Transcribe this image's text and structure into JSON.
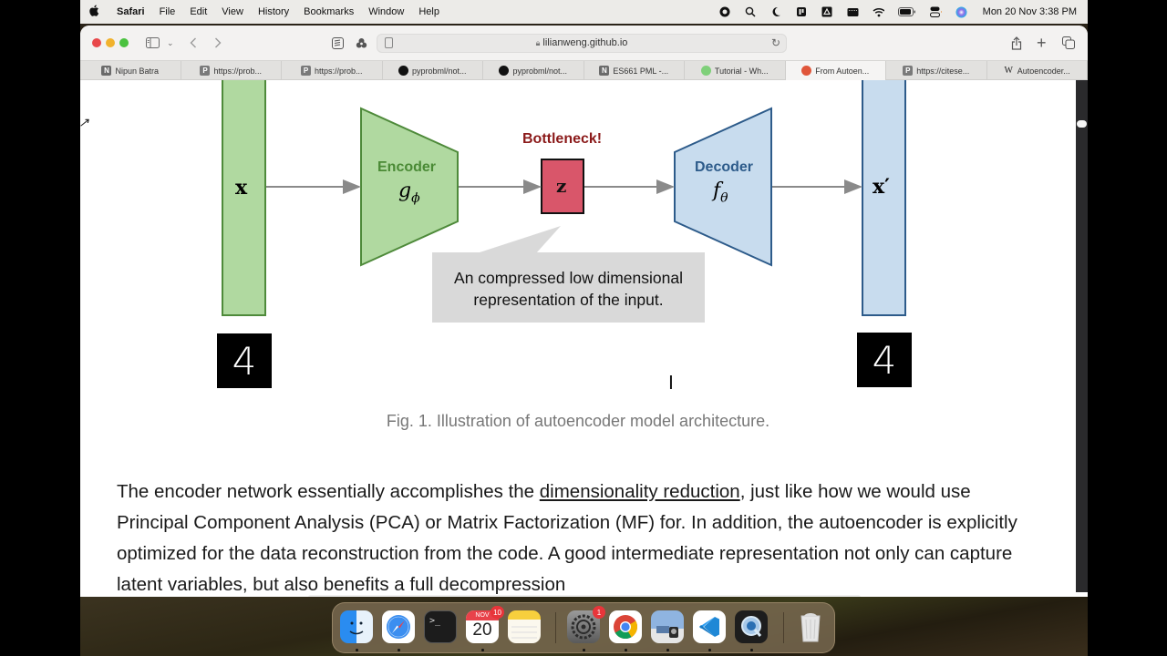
{
  "menubar": {
    "apple": "",
    "app_name": "Safari",
    "items": [
      "File",
      "Edit",
      "View",
      "History",
      "Bookmarks",
      "Window",
      "Help"
    ],
    "status_icons": [
      "record-icon",
      "search-icon",
      "moon-icon",
      "app-icon",
      "drive-icon",
      "display-icon",
      "wifi-icon",
      "battery-icon",
      "control-center-icon",
      "siri-icon"
    ],
    "datetime": "Mon 20 Nov  3:38 PM"
  },
  "browser": {
    "url": "lilianweng.github.io",
    "tabs": [
      {
        "label": "Nipun Batra",
        "icon": "N",
        "icon_color": "#6b6b6b",
        "active": false
      },
      {
        "label": "https://prob...",
        "icon": "P",
        "icon_color": "#7a7a7a",
        "active": false
      },
      {
        "label": "https://prob...",
        "icon": "P",
        "icon_color": "#7a7a7a",
        "active": false
      },
      {
        "label": "pyprobml/not...",
        "icon": "github",
        "icon_color": "#111111",
        "active": false
      },
      {
        "label": "pyprobml/not...",
        "icon": "github",
        "icon_color": "#111111",
        "active": false
      },
      {
        "label": "ES661 PML -...",
        "icon": "N",
        "icon_color": "#6b6b6b",
        "active": false
      },
      {
        "label": "Tutorial - Wh...",
        "icon": "circle",
        "icon_color": "#7fd07a",
        "active": false
      },
      {
        "label": "From Autoen...",
        "icon": "peach",
        "icon_color": "#e0563a",
        "active": true
      },
      {
        "label": "https://citese...",
        "icon": "P",
        "icon_color": "#7a7a7a",
        "active": false
      },
      {
        "label": "Autoencoder...",
        "icon": "W",
        "icon_color": "#222222",
        "active": false
      }
    ]
  },
  "figure": {
    "input_label": "x",
    "encoder_title": "Encoder",
    "encoder_fn": "g",
    "encoder_sub": "ϕ",
    "bottleneck_label": "Bottleneck!",
    "z_label": "z",
    "decoder_title": "Decoder",
    "decoder_fn": "f",
    "decoder_sub": "θ",
    "output_label": "x′",
    "callout_line1": "An compressed low dimensional",
    "callout_line2": "representation of the input.",
    "digit_in": "4",
    "digit_out": "4",
    "colors": {
      "green_fill": "#b0d9a0",
      "green_stroke": "#4e8a3a",
      "green_text": "#4a8a35",
      "red_fill": "#d9566a",
      "red_text": "#8b1a1a",
      "blue_fill": "#c8dcee",
      "blue_stroke": "#2d5b8a",
      "blue_text": "#2d5b8a",
      "callout_fill": "#d9d9d9"
    }
  },
  "article": {
    "caption": "Fig. 1. Illustration of autoencoder model architecture.",
    "para_before_link": "The encoder network essentially accomplishes the ",
    "link_text": "dimensionality reduction",
    "para_after_link": ", just like how we would use Principal Component Analysis (PCA) or Matrix Factorization (MF) for. In addition, the autoencoder is explicitly optimized for the data reconstruction from the code. A good intermediate representation not only can capture latent variables, but also benefits a full decompression"
  },
  "dock": {
    "apps": [
      {
        "name": "Finder"
      },
      {
        "name": "Safari"
      },
      {
        "name": "Terminal"
      },
      {
        "name": "Calendar",
        "month": "NOV",
        "day": "20",
        "badge": "10"
      },
      {
        "name": "Notes"
      },
      {
        "name": "System Settings",
        "badge": "1"
      },
      {
        "name": "Chrome"
      },
      {
        "name": "Preview"
      },
      {
        "name": "VS Code"
      },
      {
        "name": "QuickTime Player"
      },
      {
        "name": "Trash"
      }
    ]
  }
}
